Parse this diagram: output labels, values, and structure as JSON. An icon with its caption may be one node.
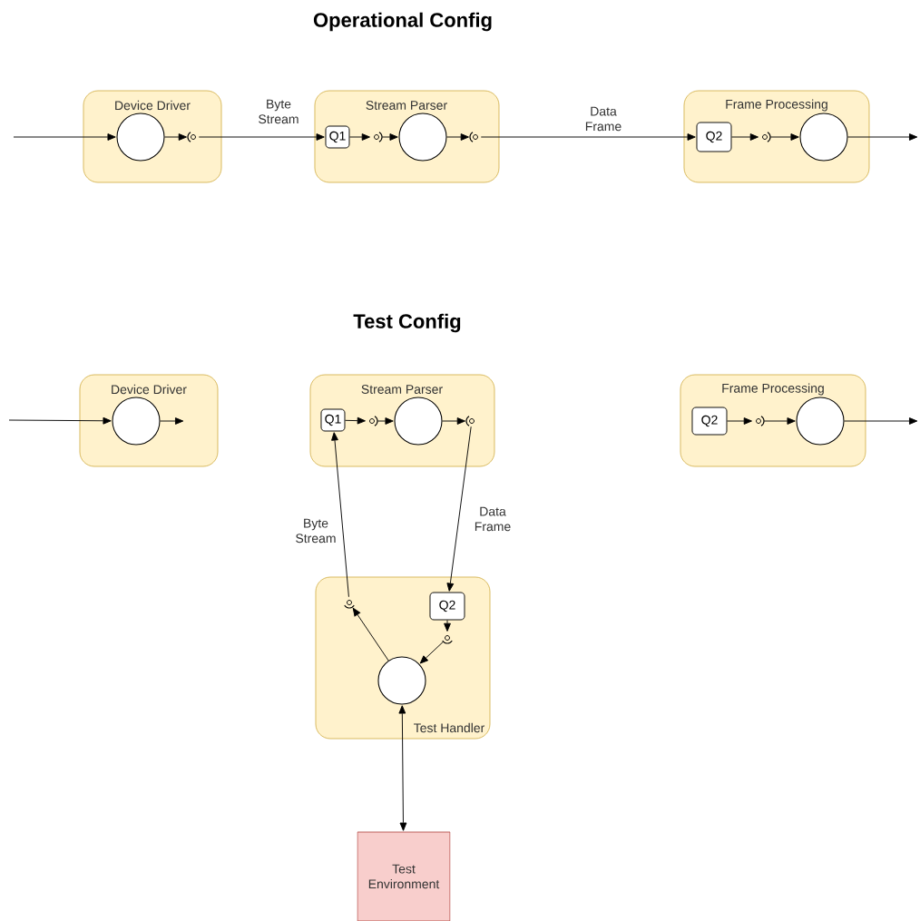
{
  "diagram": {
    "title": "Operational Config",
    "nodes": [
      {
        "text": [
          "Device Driver"
        ]
      },
      {
        "text": [],
        "shape": "circle",
        "in": 0
      },
      {
        "text": [],
        "shape": "socket",
        "in": 0
      },
      {
        "text": [
          "Stream Parser"
        ]
      },
      {
        "text": [
          "Q1"
        ],
        "in": 3
      },
      {
        "text": [],
        "shape": "socket",
        "in": 3
      },
      {
        "text": [],
        "shape": "circle",
        "in": 3
      },
      {
        "text": [],
        "shape": "socket",
        "in": 3
      },
      {
        "text": [
          "Frame Processing"
        ]
      },
      {
        "text": [
          "Q2"
        ],
        "in": 8
      },
      {
        "text": [],
        "shape": "socket",
        "in": 8
      },
      {
        "text": [],
        "shape": "circle",
        "in": 8
      },
      {
        "text": [
          "Device Driver"
        ]
      },
      {
        "text": [],
        "shape": "circle",
        "in": 12
      },
      {
        "text": [
          "Stream Parser"
        ]
      },
      {
        "text": [
          "Q1"
        ],
        "in": 14
      },
      {
        "text": [],
        "shape": "socket",
        "in": 14
      },
      {
        "text": [],
        "shape": "circle",
        "in": 14
      },
      {
        "text": [],
        "shape": "socket",
        "in": 14
      },
      {
        "text": [
          "Frame Processing"
        ]
      },
      {
        "text": [
          "Q2"
        ],
        "in": 19
      },
      {
        "text": [],
        "shape": "socket",
        "in": 19
      },
      {
        "text": [],
        "shape": "circle",
        "in": 19
      },
      {
        "text": [
          "Test Handler"
        ]
      },
      {
        "text": [],
        "shape": "socket",
        "in": 23
      },
      {
        "text": [
          "Q2"
        ],
        "in": 23
      },
      {
        "text": [],
        "shape": "socket",
        "in": 23
      },
      {
        "text": [],
        "shape": "circle",
        "in": 23
      },
      {
        "text": [
          "Test Environment"
        ]
      }
    ],
    "edges": [
      {
        "from": null,
        "to": 1,
        "arrow": "to"
      },
      {
        "from": 1,
        "to": 2,
        "arrow": "to"
      },
      {
        "from": 2,
        "to": 4,
        "arrow": "to",
        "label": "Byte Stream"
      },
      {
        "from": 4,
        "to": 5,
        "arrow": "to"
      },
      {
        "from": 5,
        "to": 6,
        "arrow": "to"
      },
      {
        "from": 6,
        "to": 7,
        "arrow": "to"
      },
      {
        "from": 7,
        "to": 9,
        "arrow": "to",
        "label": "Data Frame"
      },
      {
        "from": 9,
        "to": 10,
        "arrow": "to"
      },
      {
        "from": 10,
        "to": 11,
        "arrow": "to"
      },
      {
        "from": 11,
        "to": null,
        "arrow": "to"
      },
      {
        "from": null,
        "to": 13,
        "arrow": "to"
      },
      {
        "from": 13,
        "to": null,
        "arrow": "to"
      },
      {
        "from": 15,
        "to": 16,
        "arrow": "to"
      },
      {
        "from": 16,
        "to": 17,
        "arrow": "to"
      },
      {
        "from": 17,
        "to": 18,
        "arrow": "to"
      },
      {
        "from": 18,
        "to": 25,
        "arrow": "to",
        "label": "Data Frame"
      },
      {
        "from": 24,
        "to": 15,
        "arrow": "to",
        "label": "Byte Stream"
      },
      {
        "from": 27,
        "to": 24,
        "arrow": "to"
      },
      {
        "from": 25,
        "to": 26,
        "arrow": "to"
      },
      {
        "from": 26,
        "to": 27,
        "arrow": "to"
      },
      {
        "from": 20,
        "to": 21,
        "arrow": "to"
      },
      {
        "from": 21,
        "to": 22,
        "arrow": "to"
      },
      {
        "from": 22,
        "to": null,
        "arrow": "to"
      },
      {
        "from": 27,
        "to": 28,
        "arrow": "both"
      }
    ],
    "labels": [
      "Test Config"
    ]
  }
}
